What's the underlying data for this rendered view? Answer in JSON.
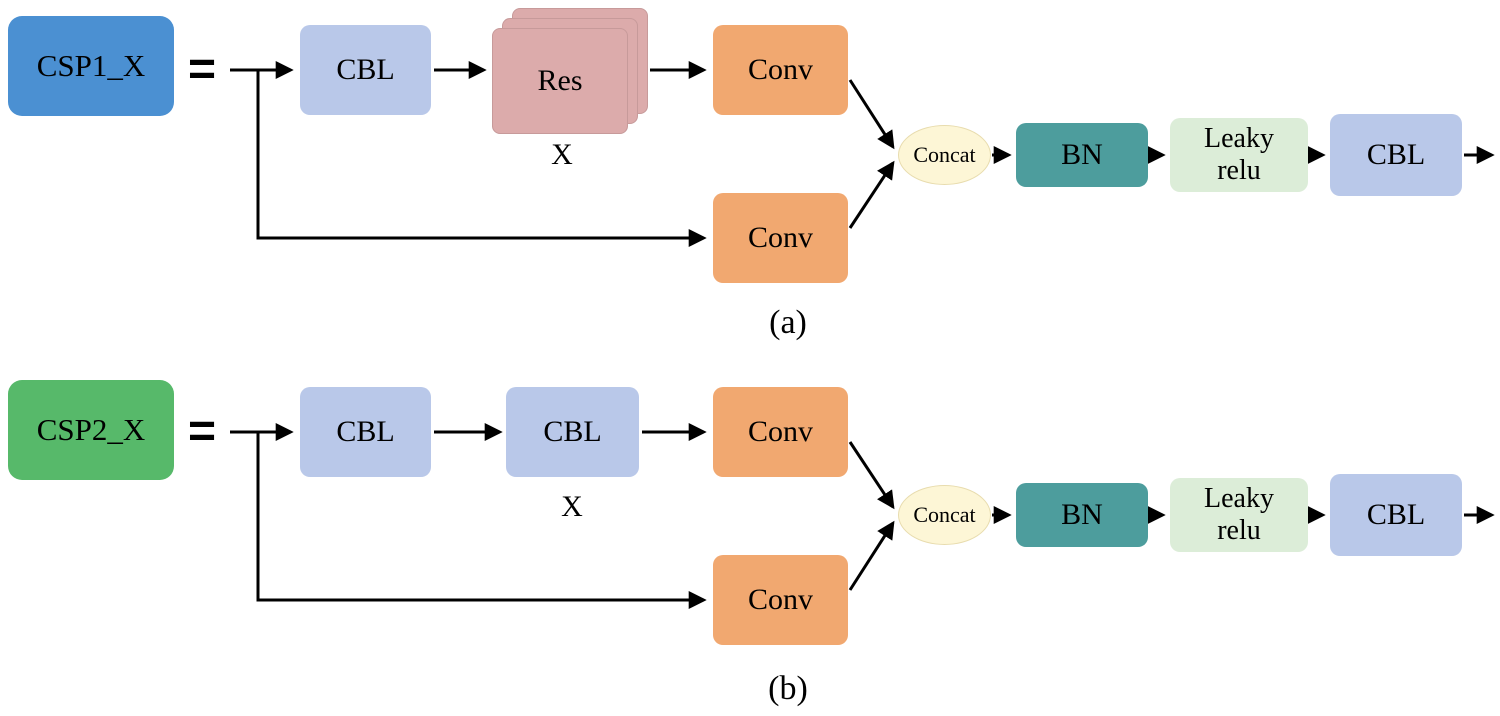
{
  "diagram_a": {
    "head": "CSP1_X",
    "equals": "=",
    "cbl_1": "CBL",
    "res": "Res",
    "repeat_label": "X",
    "conv_top": "Conv",
    "conv_bottom": "Conv",
    "concat": "Concat",
    "bn": "BN",
    "leaky_relu": "Leaky\nrelu",
    "cbl_out": "CBL",
    "caption": "(a)"
  },
  "diagram_b": {
    "head": "CSP2_X",
    "equals": "=",
    "cbl_1": "CBL",
    "cbl_2": "CBL",
    "repeat_label": "X",
    "conv_top": "Conv",
    "conv_bottom": "Conv",
    "concat": "Concat",
    "bn": "BN",
    "leaky_relu": "Leaky\nrelu",
    "cbl_out": "CBL",
    "caption": "(b)"
  },
  "colors": {
    "csp1_head": "#4b90d2",
    "csp2_head": "#57b96a",
    "cbl": "#b9c8e9",
    "res": "#dcabab",
    "conv": "#f1a870",
    "concat": "#fdf6d6",
    "bn": "#4d9d9d",
    "leaky_relu": "#dcedd8",
    "arrow": "#000000"
  }
}
